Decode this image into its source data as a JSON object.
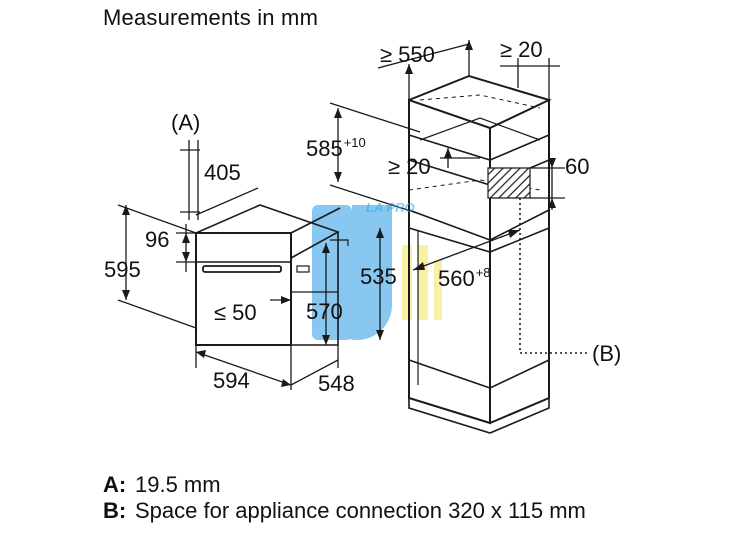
{
  "title": "Measurements in mm",
  "labels": {
    "gap_a": "(A)",
    "oven_depth_top": "405",
    "oven_front_height": "96",
    "oven_total_height": "595",
    "oven_width": "594",
    "oven_depth": "548",
    "handle_clearance": "≤ 50",
    "oven_body_height": "570",
    "cabinet_depth": "≥ 550",
    "cabinet_rear_gap": "≥ 20",
    "shelf_gap": "≥ 20",
    "niche_height": "585",
    "niche_height_tol": "+10",
    "rear_panel": "60",
    "niche_depth_min": "535",
    "niche_width": "560",
    "niche_width_tol": "+8",
    "space_b": "(B)"
  },
  "legend": {
    "a_key": "A:",
    "a_text": "19.5 mm",
    "b_key": "B:",
    "b_text": "Space for appliance connection 320 x 115 mm"
  },
  "watermark": "LA PRO",
  "colors": {
    "line": "#1a1a1a",
    "watermark_blue": "#3aa3e6",
    "watermark_yellow": "#f5e76a"
  }
}
